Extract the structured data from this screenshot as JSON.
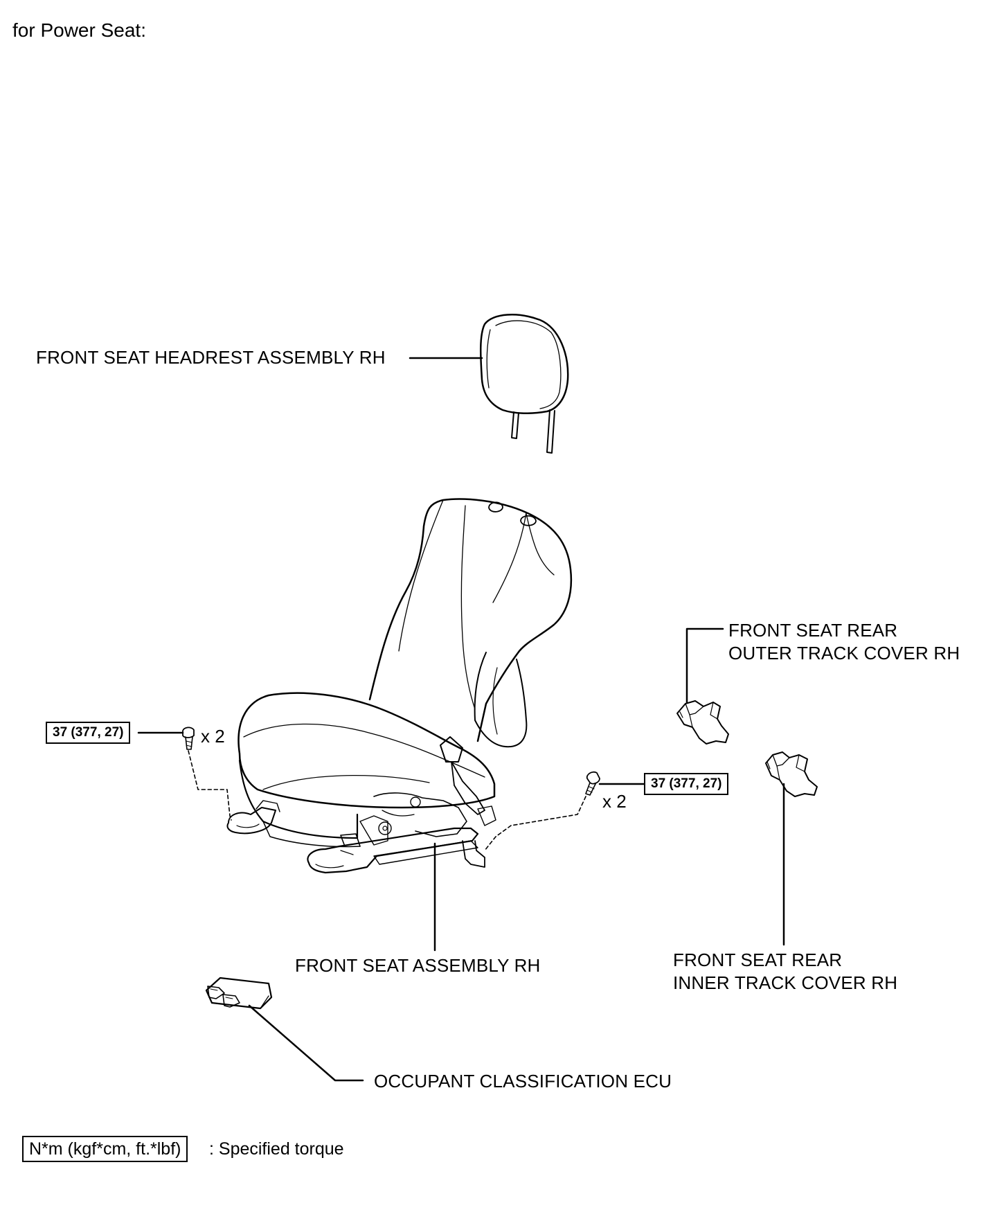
{
  "heading": "for Power Seat:",
  "labels": {
    "headrest": "FRONT SEAT HEADREST ASSEMBLY RH",
    "outer_track_cover": [
      "FRONT SEAT REAR",
      "OUTER TRACK COVER RH"
    ],
    "seat_assembly": "FRONT SEAT ASSEMBLY RH",
    "inner_track_cover": [
      "FRONT SEAT REAR",
      "INNER TRACK COVER RH"
    ],
    "ecu": "OCCUPANT CLASSIFICATION ECU"
  },
  "torque": {
    "left": "37 (377, 27)",
    "right": "37 (377, 27)"
  },
  "quantity": {
    "left": "x 2",
    "right": "x 2"
  },
  "legend": {
    "unit_box": "N*m (kgf*cm, ft.*lbf)",
    "description": ": Specified torque"
  }
}
